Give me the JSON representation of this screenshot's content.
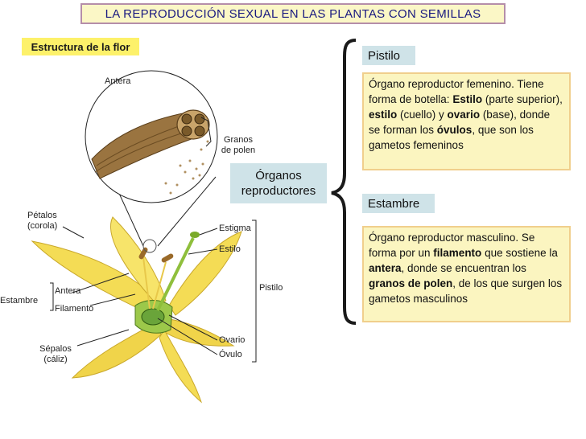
{
  "title": "LA REPRODUCCIÓN SEXUAL EN LAS PLANTAS CON SEMILLAS",
  "section_tag": "Estructura de la flor",
  "center_label": "Órganos reproductores",
  "pistilo": {
    "heading": "Pistilo",
    "desc_parts": [
      {
        "t": "Órgano reproductor femenino. Tiene forma de botella: "
      },
      {
        "t": "Estilo",
        "b": true
      },
      {
        "t": " (parte superior), "
      },
      {
        "t": "estilo",
        "b": true
      },
      {
        "t": " (cuello) y "
      },
      {
        "t": "ovario",
        "b": true
      },
      {
        "t": " (base), donde se forman los "
      },
      {
        "t": "óvulos",
        "b": true
      },
      {
        "t": ", que son los gametos femeninos"
      }
    ]
  },
  "estambre": {
    "heading": "Estambre",
    "desc_parts": [
      {
        "t": "Órgano reproductor masculino. Se forma por un "
      },
      {
        "t": "filamento",
        "b": true
      },
      {
        "t": " que sostiene la "
      },
      {
        "t": "antera",
        "b": true
      },
      {
        "t": ", donde se encuentran los "
      },
      {
        "t": "granos de polen",
        "b": true
      },
      {
        "t": ", de los que surgen los gametos masculinos"
      }
    ]
  },
  "labels": {
    "antera_zoom": "Antera",
    "granos_l1": "Granos",
    "granos_l2": "de polen",
    "petalos_l1": "Pétalos",
    "petalos_l2": "(corola)",
    "estigma": "Estigma",
    "estilo": "Estilo",
    "pistilo_side": "Pistilo",
    "antera": "Antera",
    "filamento": "Filamento",
    "estambre": "Estambre",
    "ovario": "Ovario",
    "ovulo": "Óvulo",
    "sepalos_l1": "Sépalos",
    "sepalos_l2": "(cáliz)"
  },
  "colors": {
    "title_bg": "#fbf7c6",
    "title_border": "#b58ea9",
    "title_text": "#1a1a80",
    "tag_bg": "#fdf16a",
    "head_bg": "#cfe3e8",
    "desc_bg": "#fbf5c0",
    "desc_border": "#f0cf8c",
    "brace": "#1a1a1a",
    "petal": "#f4dc55",
    "anther": "#8a6a3a"
  }
}
